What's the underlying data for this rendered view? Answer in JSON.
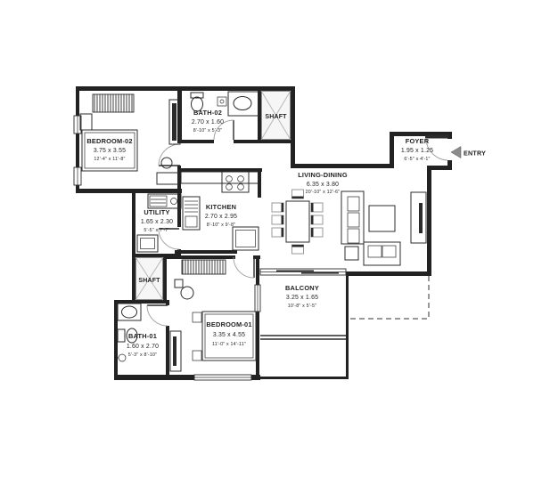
{
  "entry": {
    "label": "ENTRY"
  },
  "rooms": {
    "bedroom02": {
      "name": "BEDROOM-02",
      "metric": "3.75 x 3.55",
      "imperial": "12'-4\" x 11'-8\""
    },
    "bath02": {
      "name": "BATH-02",
      "metric": "2.70 x 1.60",
      "imperial": "8'-10\" x 5'-3\""
    },
    "shaft_top": {
      "name": "SHAFT"
    },
    "foyer": {
      "name": "FOYER",
      "metric": "1.95 x 1.25",
      "imperial": "6'-5\" x 4'-1\""
    },
    "utility": {
      "name": "UTILITY",
      "metric": "1.65 x 2.30",
      "imperial": "5'-5\" x 7'-7\""
    },
    "kitchen": {
      "name": "KITCHEN",
      "metric": "2.70 x 2.95",
      "imperial": "8'-10\" x 9'-8\""
    },
    "living": {
      "name": "LIVING-DINING",
      "metric": "6.35 x 3.80",
      "imperial": "20'-10\" x 12'-6\""
    },
    "shaft_mid": {
      "name": "SHAFT"
    },
    "bath01": {
      "name": "BATH-01",
      "metric": "1.60 x 2.70",
      "imperial": "5'-3\" x 8'-10\""
    },
    "bedroom01": {
      "name": "BEDROOM-01",
      "metric": "3.35 x 4.55",
      "imperial": "11'-0\" x 14'-11\""
    },
    "balcony": {
      "name": "BALCONY",
      "metric": "3.25 x 1.65",
      "imperial": "10'-8\" x 5'-5\""
    }
  },
  "colors": {
    "wall": "#222222",
    "line": "#2b2b2b",
    "door-arc": "#9e9e9e",
    "chair": "#9a9a9a",
    "shaft-fill": "#f6f6f6",
    "text": "#1f1f1f"
  }
}
